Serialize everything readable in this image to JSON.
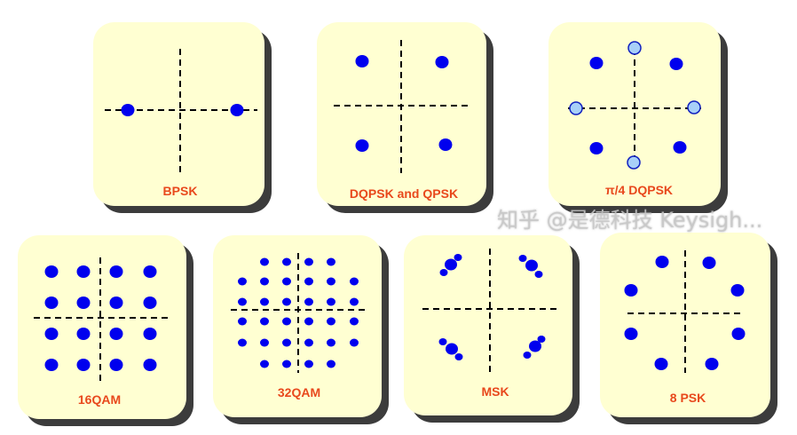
{
  "panels": [
    {
      "label": "BPSK"
    },
    {
      "label": "DQPSK and QPSK"
    },
    {
      "label": "π/4  DQPSK"
    },
    {
      "label": "16QAM"
    },
    {
      "label": "32QAM"
    },
    {
      "label": "MSK"
    },
    {
      "label": "8 PSK"
    }
  ],
  "watermark": "知乎 @是德科技 Keysigh...",
  "colors": {
    "panel": "#ffffd2",
    "shadow": "#3c3c3c",
    "point": "#0000ee",
    "point_light": "#a8d0f8",
    "label": "#e8481c"
  }
}
